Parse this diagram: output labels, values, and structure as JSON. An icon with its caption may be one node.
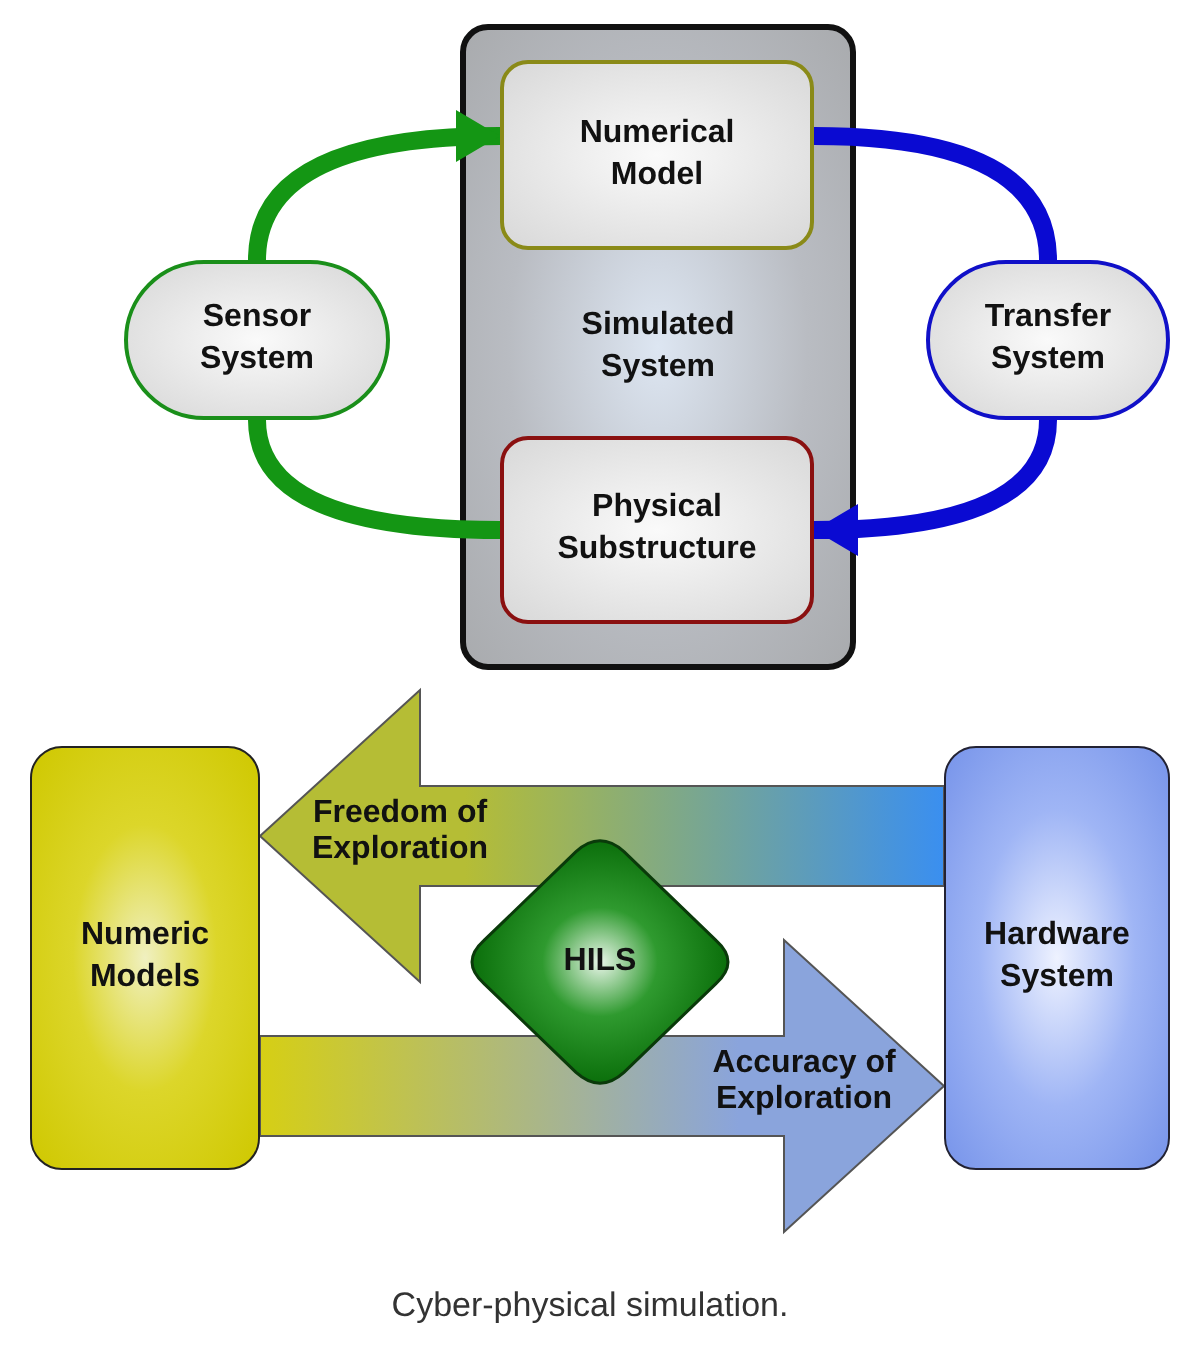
{
  "diagram": {
    "caption": "Cyber-physical simulation.",
    "nodes": [
      {
        "text": [
          "Simulated System"
        ]
      },
      {
        "text": [
          "Numerical Model"
        ],
        "in": 0
      },
      {
        "text": [
          "Physical Substructure"
        ],
        "in": 0
      },
      {
        "text": [
          "Sensor System"
        ]
      },
      {
        "text": [
          "Transfer System"
        ]
      },
      {
        "text": [
          "Numeric Models"
        ]
      },
      {
        "text": [
          "HILS"
        ]
      },
      {
        "text": [
          "Hardware System"
        ]
      }
    ],
    "edges": [
      {
        "from": 2,
        "to": 3,
        "arrow": "none",
        "color": "#149614"
      },
      {
        "from": 3,
        "to": 1,
        "arrow": "to",
        "color": "#149614"
      },
      {
        "from": 1,
        "to": 4,
        "arrow": "none",
        "color": "#0a0ad2"
      },
      {
        "from": 4,
        "to": 2,
        "arrow": "to",
        "color": "#0a0ad2"
      },
      {
        "from": 7,
        "to": 5,
        "arrow": "to",
        "label": "Freedom of Exploration",
        "style": "thick",
        "color": "#b5bd35"
      },
      {
        "from": 5,
        "to": 7,
        "arrow": "to",
        "label": "Accuracy of Exploration",
        "style": "thick",
        "color": "#8aa4dc"
      }
    ]
  }
}
